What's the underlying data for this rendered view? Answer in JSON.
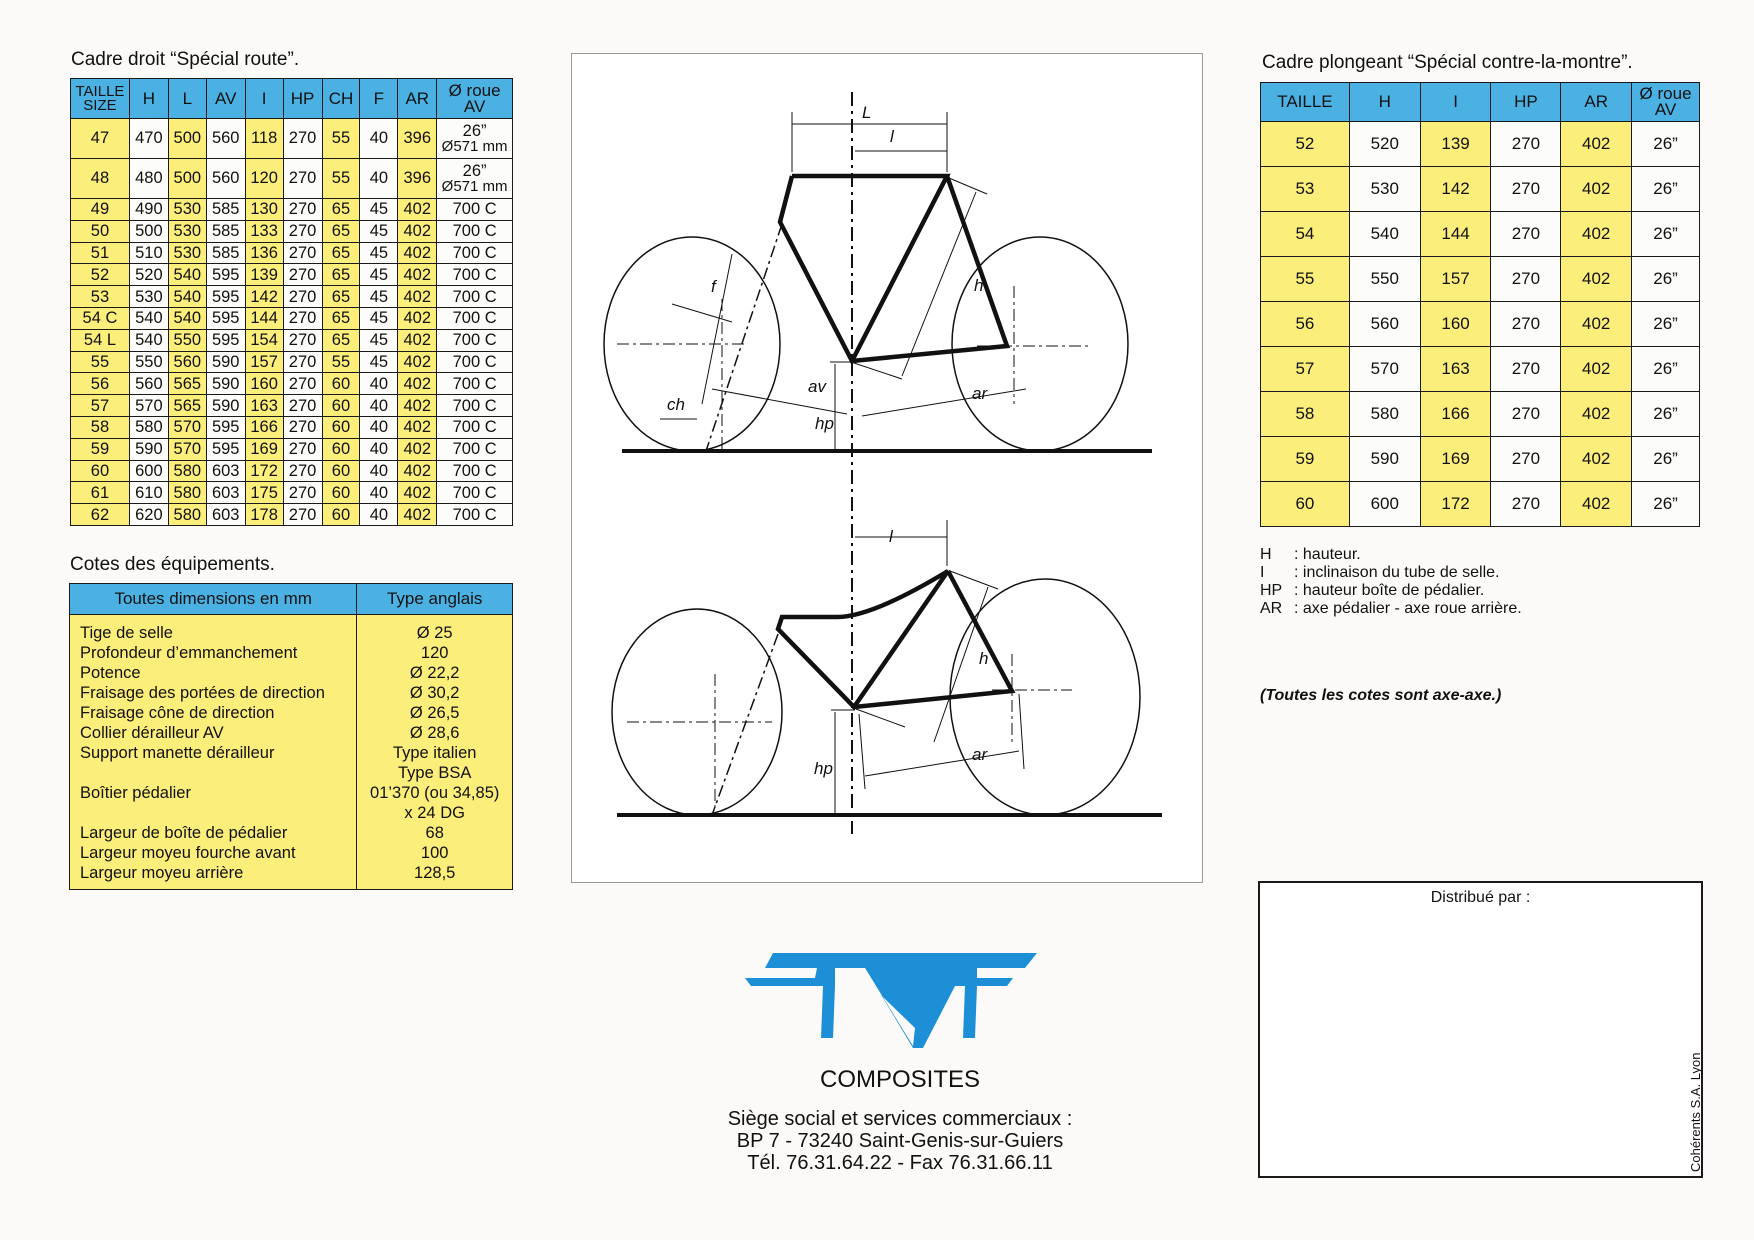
{
  "left_section": {
    "title": "Cadre droit “Spécial route”.",
    "headers": [
      {
        "l1": "TAILLE",
        "l2": "SIZE"
      },
      {
        "l1": "H"
      },
      {
        "l1": "L"
      },
      {
        "l1": "AV"
      },
      {
        "l1": "I"
      },
      {
        "l1": "HP"
      },
      {
        "l1": "CH"
      },
      {
        "l1": "F"
      },
      {
        "l1": "AR"
      },
      {
        "l1": "Ø roue",
        "l2": "AV"
      }
    ],
    "rows": [
      {
        "size": "47",
        "H": "470",
        "L": "500",
        "AV": "560",
        "I": "118",
        "HP": "270",
        "CH": "55",
        "F": "40",
        "AR": "396",
        "roue_l1": "26”",
        "roue_l2": "Ø571 mm"
      },
      {
        "size": "48",
        "H": "480",
        "L": "500",
        "AV": "560",
        "I": "120",
        "HP": "270",
        "CH": "55",
        "F": "40",
        "AR": "396",
        "roue_l1": "26”",
        "roue_l2": "Ø571 mm"
      },
      {
        "size": "49",
        "H": "490",
        "L": "530",
        "AV": "585",
        "I": "130",
        "HP": "270",
        "CH": "65",
        "F": "45",
        "AR": "402",
        "roue": "700 C"
      },
      {
        "size": "50",
        "H": "500",
        "L": "530",
        "AV": "585",
        "I": "133",
        "HP": "270",
        "CH": "65",
        "F": "45",
        "AR": "402",
        "roue": "700 C"
      },
      {
        "size": "51",
        "H": "510",
        "L": "530",
        "AV": "585",
        "I": "136",
        "HP": "270",
        "CH": "65",
        "F": "45",
        "AR": "402",
        "roue": "700 C"
      },
      {
        "size": "52",
        "H": "520",
        "L": "540",
        "AV": "595",
        "I": "139",
        "HP": "270",
        "CH": "65",
        "F": "45",
        "AR": "402",
        "roue": "700 C"
      },
      {
        "size": "53",
        "H": "530",
        "L": "540",
        "AV": "595",
        "I": "142",
        "HP": "270",
        "CH": "65",
        "F": "45",
        "AR": "402",
        "roue": "700 C"
      },
      {
        "size": "54 C",
        "H": "540",
        "L": "540",
        "AV": "595",
        "I": "144",
        "HP": "270",
        "CH": "65",
        "F": "45",
        "AR": "402",
        "roue": "700 C"
      },
      {
        "size": "54 L",
        "H": "540",
        "L": "550",
        "AV": "595",
        "I": "154",
        "HP": "270",
        "CH": "65",
        "F": "45",
        "AR": "402",
        "roue": "700 C"
      },
      {
        "size": "55",
        "H": "550",
        "L": "560",
        "AV": "590",
        "I": "157",
        "HP": "270",
        "CH": "55",
        "F": "45",
        "AR": "402",
        "roue": "700 C"
      },
      {
        "size": "56",
        "H": "560",
        "L": "565",
        "AV": "590",
        "I": "160",
        "HP": "270",
        "CH": "60",
        "F": "40",
        "AR": "402",
        "roue": "700 C"
      },
      {
        "size": "57",
        "H": "570",
        "L": "565",
        "AV": "590",
        "I": "163",
        "HP": "270",
        "CH": "60",
        "F": "40",
        "AR": "402",
        "roue": "700 C"
      },
      {
        "size": "58",
        "H": "580",
        "L": "570",
        "AV": "595",
        "I": "166",
        "HP": "270",
        "CH": "60",
        "F": "40",
        "AR": "402",
        "roue": "700 C"
      },
      {
        "size": "59",
        "H": "590",
        "L": "570",
        "AV": "595",
        "I": "169",
        "HP": "270",
        "CH": "60",
        "F": "40",
        "AR": "402",
        "roue": "700 C"
      },
      {
        "size": "60",
        "H": "600",
        "L": "580",
        "AV": "603",
        "I": "172",
        "HP": "270",
        "CH": "60",
        "F": "40",
        "AR": "402",
        "roue": "700 C"
      },
      {
        "size": "61",
        "H": "610",
        "L": "580",
        "AV": "603",
        "I": "175",
        "HP": "270",
        "CH": "60",
        "F": "40",
        "AR": "402",
        "roue": "700 C"
      },
      {
        "size": "62",
        "H": "620",
        "L": "580",
        "AV": "603",
        "I": "178",
        "HP": "270",
        "CH": "60",
        "F": "40",
        "AR": "402",
        "roue": "700 C"
      }
    ]
  },
  "equipment": {
    "title": "Cotes des équipements.",
    "header_label": "Toutes dimensions en mm",
    "header_value": "Type anglais",
    "rows": [
      {
        "label": "Tige de selle",
        "value": "Ø 25"
      },
      {
        "label": "Profondeur d’emmanchement",
        "value": "120"
      },
      {
        "label": "Potence",
        "value": "Ø 22,2"
      },
      {
        "label": "Fraisage des portées de direction",
        "value": "Ø 30,2"
      },
      {
        "label": "Fraisage cône de direction",
        "value": "Ø 26,5"
      },
      {
        "label": "Collier dérailleur AV",
        "value": "Ø 28,6"
      },
      {
        "label": "Support manette dérailleur",
        "value": "Type italien"
      },
      {
        "label": "Boîtier pédalier",
        "value_l1": "Type BSA",
        "value_l2": "01’370 (ou 34,85)",
        "value_l3": "x 24 DG"
      },
      {
        "label": "Largeur de boîte de pédalier",
        "value": "68"
      },
      {
        "label": "Largeur moyeu fourche avant",
        "value": "100"
      },
      {
        "label": "Largeur moyeu arrière",
        "value": "128,5"
      }
    ]
  },
  "right_section": {
    "title": "Cadre plongeant “Spécial contre-la-montre”.",
    "headers": [
      {
        "l1": "TAILLE"
      },
      {
        "l1": "H"
      },
      {
        "l1": "I"
      },
      {
        "l1": "HP"
      },
      {
        "l1": "AR"
      },
      {
        "l1": "Ø roue",
        "l2": "AV"
      }
    ],
    "rows": [
      {
        "size": "52",
        "H": "520",
        "I": "139",
        "HP": "270",
        "AR": "402",
        "roue": "26”"
      },
      {
        "size": "53",
        "H": "530",
        "I": "142",
        "HP": "270",
        "AR": "402",
        "roue": "26”"
      },
      {
        "size": "54",
        "H": "540",
        "I": "144",
        "HP": "270",
        "AR": "402",
        "roue": "26”"
      },
      {
        "size": "55",
        "H": "550",
        "I": "157",
        "HP": "270",
        "AR": "402",
        "roue": "26”"
      },
      {
        "size": "56",
        "H": "560",
        "I": "160",
        "HP": "270",
        "AR": "402",
        "roue": "26”"
      },
      {
        "size": "57",
        "H": "570",
        "I": "163",
        "HP": "270",
        "AR": "402",
        "roue": "26”"
      },
      {
        "size": "58",
        "H": "580",
        "I": "166",
        "HP": "270",
        "AR": "402",
        "roue": "26”"
      },
      {
        "size": "59",
        "H": "590",
        "I": "169",
        "HP": "270",
        "AR": "402",
        "roue": "26”"
      },
      {
        "size": "60",
        "H": "600",
        "I": "172",
        "HP": "270",
        "AR": "402",
        "roue": "26”"
      }
    ],
    "legend": [
      {
        "key": "H",
        "text": ": hauteur."
      },
      {
        "key": "I",
        "text": ": inclinaison du tube de selle."
      },
      {
        "key": "HP",
        "text": ": hauteur boîte de pédalier."
      },
      {
        "key": "AR",
        "text": ": axe pédalier - axe roue arrière."
      }
    ],
    "note": "(Toutes les cotes sont axe-axe.)"
  },
  "diagram": {
    "top_labels": {
      "L": "L",
      "l": "l",
      "h": "h",
      "f": "f",
      "av": "av",
      "ch": "ch",
      "hp": "hp",
      "ar": "ar"
    },
    "bottom_labels": {
      "l": "l",
      "h": "h",
      "hp": "hp",
      "ar": "ar"
    }
  },
  "brand": {
    "logo": "TVT",
    "subtitle": "COMPOSITES",
    "address_l1": "Siège social et services commerciaux :",
    "address_l2": "BP 7 - 73240 Saint-Genis-sur-Guiers",
    "address_l3": "Tél. 76.31.64.22 - Fax 76.31.66.11",
    "color": "#1c8fd6"
  },
  "distributor": {
    "label": "Distribué par :"
  },
  "credit": "Cohérents S.A. Lyon",
  "colors": {
    "header_blue": "#4bb1e3",
    "highlight_yellow": "#fbee7a"
  }
}
